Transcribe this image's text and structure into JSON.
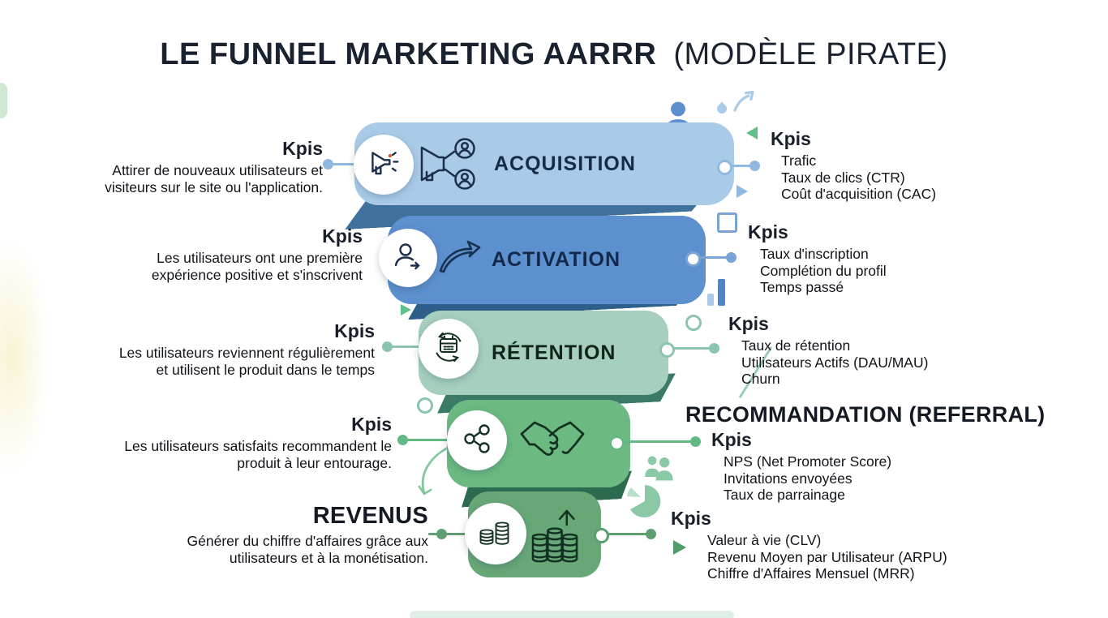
{
  "title": {
    "main": "LE FUNNEL MARKETING AARRR",
    "suffix": "(MODÈLE PIRATE)"
  },
  "stages": [
    {
      "name": "acquisition",
      "label": "ACQUISITION",
      "band_color": "#aacbe7",
      "icons": [
        "megaphone-icon",
        "megaphone-broadcast-users-icon"
      ],
      "left": {
        "heading": "Kpis",
        "lines": [
          "Attirer de nouveaux utilisateurs et",
          "visiteurs sur le site ou l'application."
        ]
      },
      "right": {
        "heading": "Kpis",
        "items": [
          "Trafic",
          "Taux de clics (CTR)",
          "Coût d'acquisition (CAC)"
        ]
      }
    },
    {
      "name": "activation",
      "label": "ACTIVATION",
      "band_color": "#5d90cf",
      "icons": [
        "user-arrow-icon",
        "swoosh-arrow-icon"
      ],
      "left": {
        "heading": "Kpis",
        "lines": [
          "Les utilisateurs ont une première",
          "expérience positive et s'inscrivent"
        ]
      },
      "right": {
        "heading": "Kpis",
        "items": [
          "Taux d'inscription",
          "Complétion du profil",
          "Temps passé"
        ]
      }
    },
    {
      "name": "retention",
      "label": "RÉTENTION",
      "band_color": "#a6cfbd",
      "icons": [
        "calendar-refresh-icon"
      ],
      "left": {
        "heading": "Kpis",
        "lines": [
          "Les utilisateurs reviennent régulièrement",
          "et utilisent le produit dans le temps"
        ]
      },
      "right": {
        "heading": "Kpis",
        "items": [
          "Taux de rétention",
          "Utilisateurs Actifs (DAU/MAU)",
          "Churn"
        ]
      }
    },
    {
      "name": "recommandation",
      "band_color": "#6cba81",
      "icons": [
        "share-icon",
        "handshake-icon"
      ],
      "left": {
        "heading": "Kpis",
        "lines": [
          "Les utilisateurs satisfaits recommandent le",
          "produit à leur entourage."
        ]
      },
      "right": {
        "title": "RECOMMANDATION (REFERRAL)",
        "heading": "Kpis",
        "items": [
          "NPS (Net Promoter Score)",
          "Invitations envoyées",
          "Taux de parrainage"
        ]
      }
    },
    {
      "name": "revenus",
      "band_color": "#68a877",
      "icons": [
        "coin-stacks-icon",
        "coins-growth-icon"
      ],
      "left": {
        "title": "REVENUS",
        "lines": [
          "Générer du chiffre d'affaires grâce aux",
          "utilisateurs et à la monétisation."
        ]
      },
      "right": {
        "heading": "Kpis",
        "items": [
          "Valeur à vie (CLV)",
          "Revenu Moyen par Utilisateur (ARPU)",
          "Chiffre d'Affaires Mensuel (MRR)"
        ]
      }
    }
  ],
  "colors": {
    "wedge_blue": "#40719c",
    "wedge_blue_dark": "#2e5f8a",
    "wedge_teal": "#3a7a67",
    "wedge_green": "#2c6b4f",
    "connector_light_blue": "#8fb9de",
    "connector_blue": "#7aa3d6",
    "connector_teal": "#8cc4b0",
    "connector_green": "#63b983",
    "connector_green_muted": "#5f9e70",
    "title_text": "#1a222f"
  },
  "decorative_icons": [
    "person-silhouette-icon",
    "people-icon",
    "pie-chart-icon",
    "bar-chart-icon",
    "square-outline-icon",
    "circle-outline-icon",
    "triangle-icon",
    "teardrop-icon",
    "curved-arrow-icon",
    "arrow-up-right-icon"
  ]
}
